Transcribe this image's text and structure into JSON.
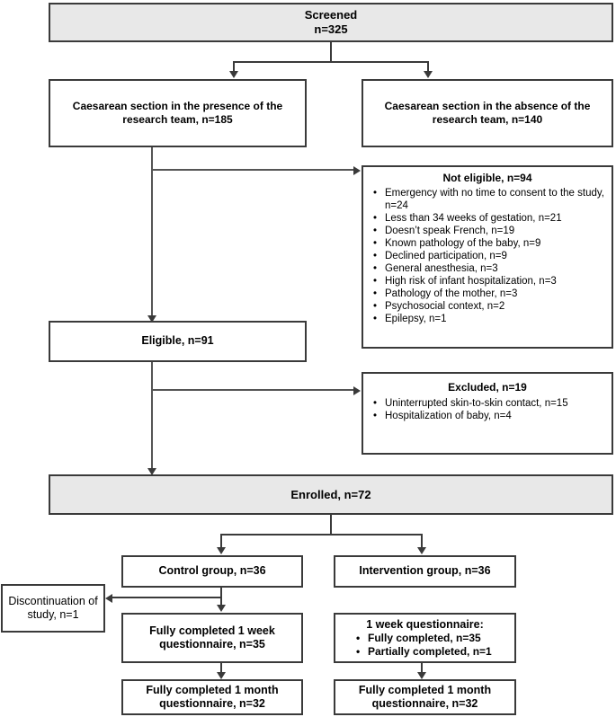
{
  "diagram": {
    "type": "consort-flow-diagram",
    "colors": {
      "shaded_box_fill": "#e8e8e8",
      "box_border": "#3a3a3a",
      "connector": "#3a3a3a",
      "text": "#000000",
      "page_background": "#ffffff"
    },
    "nodes": {
      "screened": {
        "line1": "Screened",
        "line2": "n=325"
      },
      "caesarean_presence": {
        "text": "Caesarean section in the presence of the research team, n=185"
      },
      "caesarean_absence": {
        "text": "Caesarean section in the absence of the research team, n=140"
      },
      "not_eligible": {
        "heading": "Not eligible, n=94",
        "items": [
          "Emergency with no time to consent to the study, n=24",
          "Less than 34 weeks of gestation, n=21",
          "Doesn’t speak French, n=19",
          "Known pathology of the baby, n=9",
          "Declined participation, n=9",
          "General anesthesia, n=3",
          "High risk of infant hospitalization, n=3",
          "Pathology of the mother, n=3",
          "Psychosocial context, n=2",
          "Epilepsy, n=1"
        ]
      },
      "eligible": {
        "text": "Eligible, n=91"
      },
      "excluded": {
        "heading": "Excluded, n=19",
        "items": [
          "Uninterrupted skin-to-skin contact, n=15",
          "Hospitalization of baby, n=4"
        ]
      },
      "enrolled": {
        "text": "Enrolled, n=72"
      },
      "control_group": {
        "text": "Control group, n=36"
      },
      "intervention_group": {
        "text": "Intervention group, n=36"
      },
      "discontinuation": {
        "text": "Discontinuation of study, n=1"
      },
      "control_1week": {
        "text": "Fully completed 1 week questionnaire, n=35"
      },
      "intervention_1week": {
        "heading": "1 week questionnaire:",
        "items": [
          "Fully completed, n=35",
          "Partially completed, n=1"
        ]
      },
      "control_1month": {
        "text": "Fully completed 1 month questionnaire, n=32"
      },
      "intervention_1month": {
        "text": "Fully completed 1 month questionnaire, n=32"
      }
    }
  }
}
